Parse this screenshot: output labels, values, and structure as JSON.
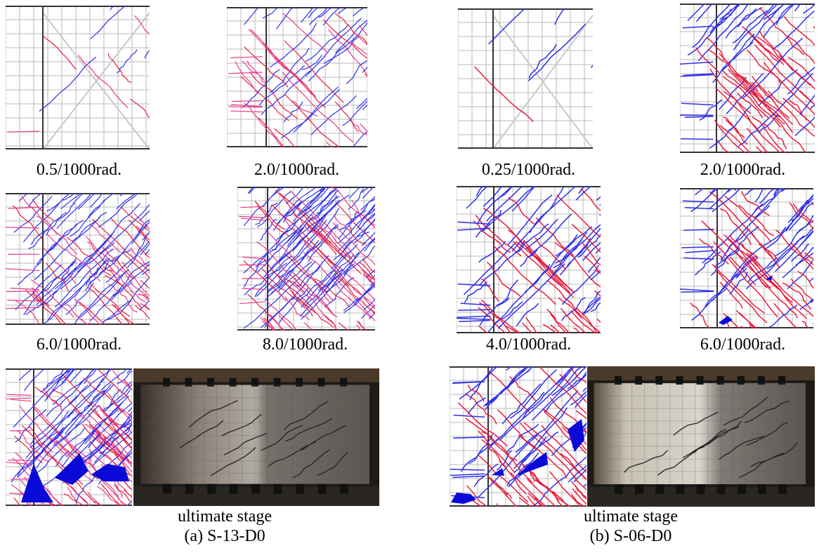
{
  "figure": {
    "colors": {
      "grid": "#b8b8b8",
      "frame": "#333333",
      "crack_red": "#e81c3c",
      "crack_blue": "#2e2ee8",
      "crack_pink": "#e83a8a",
      "crush": "#0a0ad8"
    },
    "specimen_a": {
      "stages": [
        {
          "label": "0.5/1000rad."
        },
        {
          "label": "2.0/1000rad."
        },
        {
          "label": "6.0/1000rad."
        },
        {
          "label": "8.0/1000rad."
        }
      ],
      "ultimate_label": "ultimate stage",
      "caption": "(a) S-13-D0"
    },
    "specimen_b": {
      "stages": [
        {
          "label": "0.25/1000rad."
        },
        {
          "label": "2.0/1000rad."
        },
        {
          "label": "4.0/1000rad."
        },
        {
          "label": "6.0/1000rad."
        }
      ],
      "ultimate_label": "ultimate stage",
      "caption": "(b) S-06-D0"
    }
  }
}
